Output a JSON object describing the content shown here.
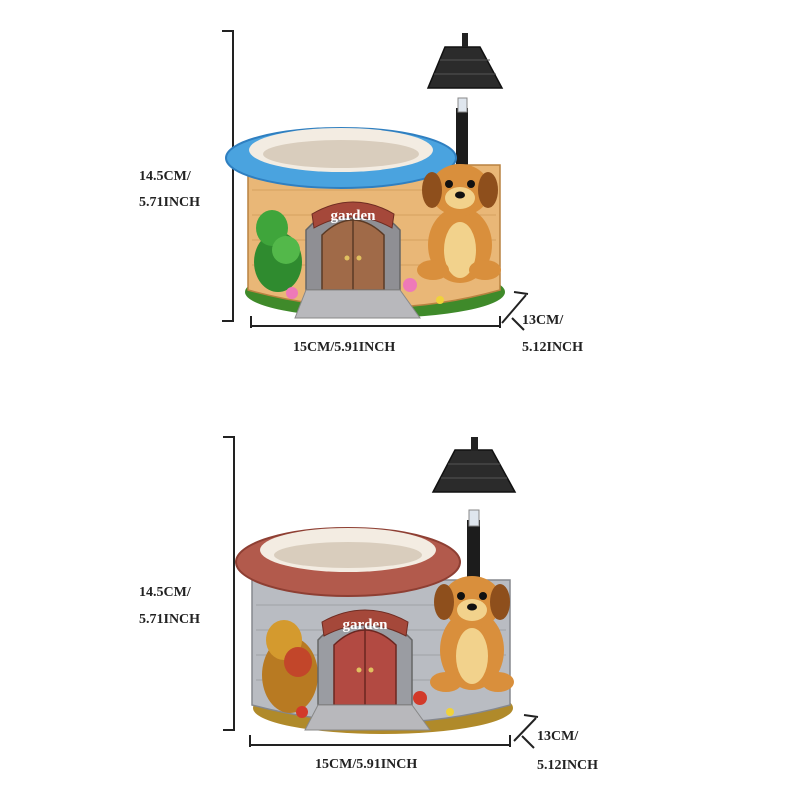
{
  "products": [
    {
      "variant": "blue-roof",
      "roof_color": "#4aa3df",
      "roof_edge_color": "#2f7fc0",
      "wall_color": "#e9b777",
      "sign_text": "garden",
      "dimensions": {
        "height_cm": "14.5CM/",
        "height_inch": "5.71INCH",
        "width": "15CM/5.91INCH",
        "depth_cm": "13CM/",
        "depth_inch": "5.12INCH"
      }
    },
    {
      "variant": "red-roof",
      "roof_color": "#b25a4c",
      "roof_edge_color": "#8e3f33",
      "wall_color": "#b9bcc2",
      "sign_text": "garden",
      "dimensions": {
        "height_cm": "14.5CM/",
        "height_inch": "5.71INCH",
        "width": "15CM/5.91INCH",
        "depth_cm": "13CM/",
        "depth_inch": "5.12INCH"
      }
    }
  ]
}
